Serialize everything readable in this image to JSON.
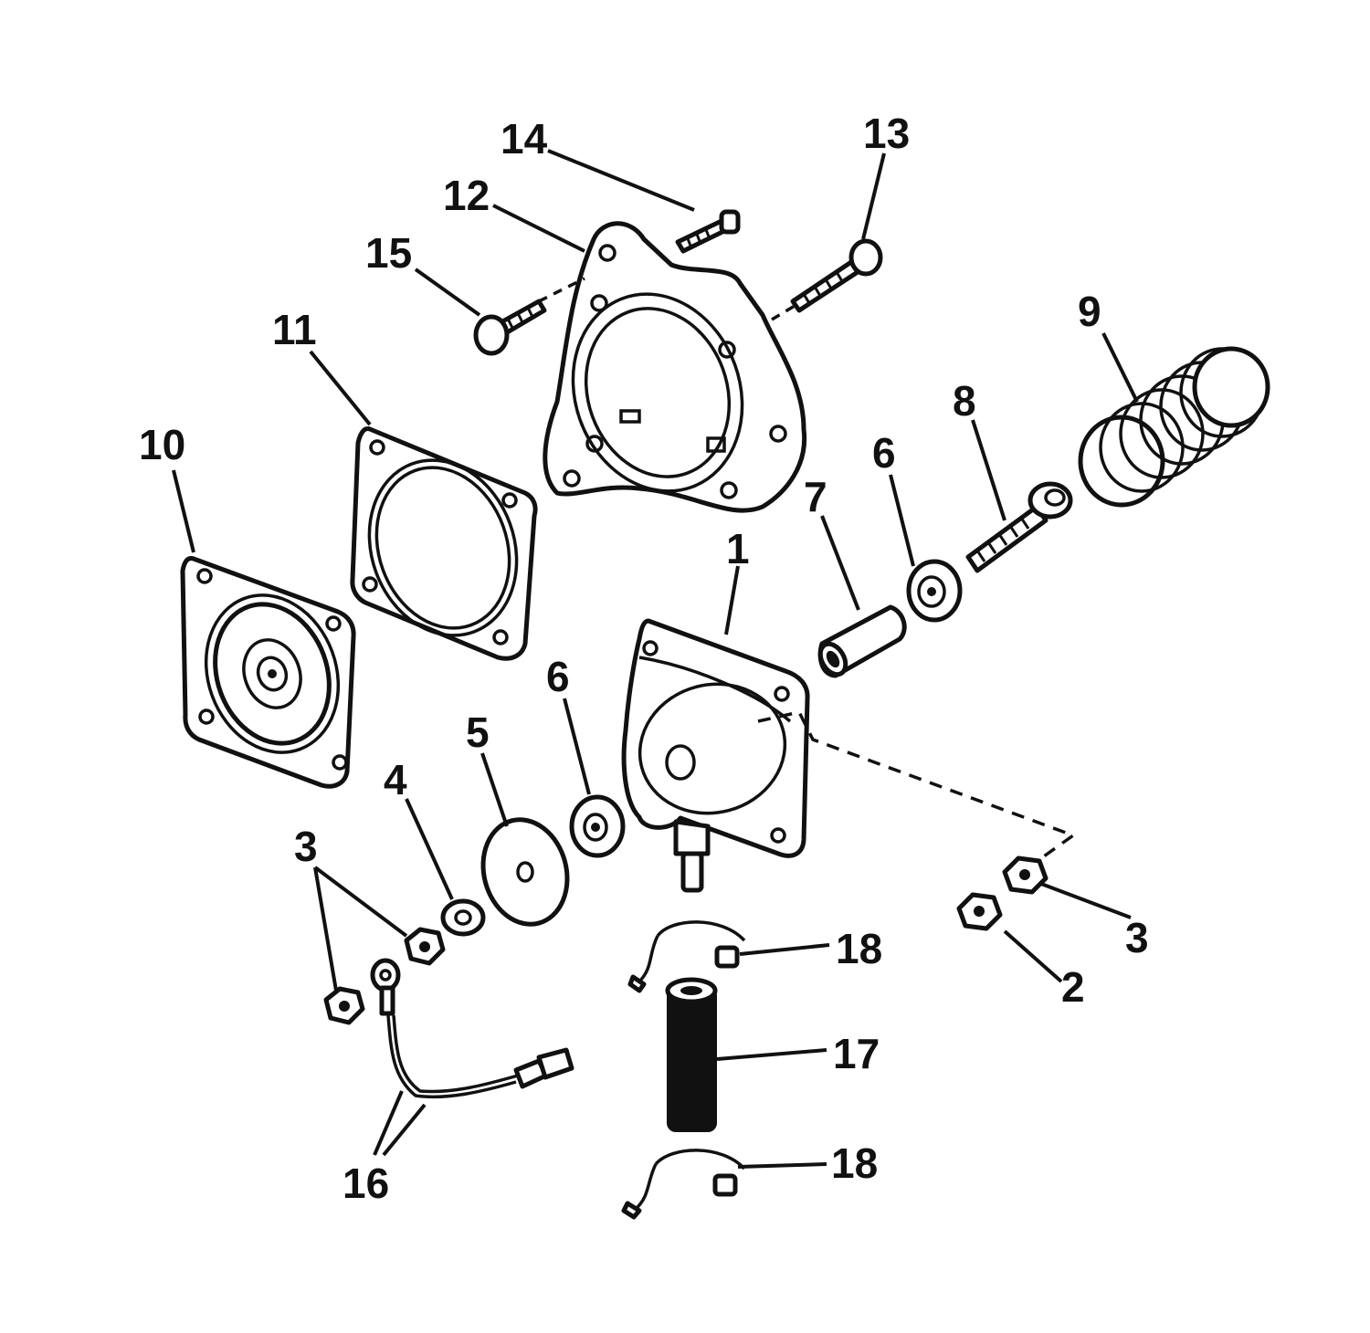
{
  "callouts": {
    "c1": "1",
    "c2": "2",
    "c3a": "3",
    "c3b": "3",
    "c4": "4",
    "c5": "5",
    "c6a": "6",
    "c6b": "6",
    "c7": "7",
    "c8": "8",
    "c9": "9",
    "c10": "10",
    "c11": "11",
    "c12": "12",
    "c13": "13",
    "c14": "14",
    "c15": "15",
    "c16": "16",
    "c17": "17",
    "c18a": "18",
    "c18b": "18"
  },
  "colors": {
    "ink": "#111111",
    "paper": "#ffffff"
  }
}
